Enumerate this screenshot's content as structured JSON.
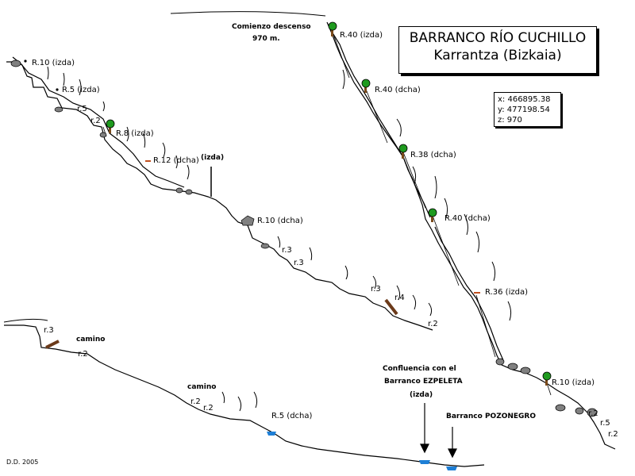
{
  "title": {
    "line1": "BARRANCO RÍO CUCHILLO",
    "line2": "Karrantza (Bizkaia)"
  },
  "coordinates": {
    "x": "x: 466895.38",
    "y": "y: 477198.54",
    "z": "z: 970"
  },
  "start": {
    "line1": "Comienzo descenso",
    "line2": "970 m."
  },
  "confluence": {
    "line1": "Confluencia con el",
    "line2": "Barranco EZPELETA",
    "line3": "(izda)"
  },
  "pozonegro": "Barranco POZONEGRO",
  "credit": "D.D. 2005",
  "labels": {
    "left": {
      "r10_izda": "R.10 (izda)",
      "r5_izda": "R.5 (izda)",
      "r5": "r.5",
      "r2": "r.2",
      "r8_izda": "R.8 (izda)",
      "r12_dcha": "R.12 (dcha)",
      "izda": "(izda)",
      "r10_dcha": "R.10 (dcha)",
      "r3a": "r.3",
      "r3b": "r.3",
      "r3c": "r.3",
      "r4": "r.4",
      "r2b": "r.2"
    },
    "bottom": {
      "r3": "r.3",
      "camino1": "camino",
      "r2a": "r.2",
      "camino2": "camino",
      "r2b": "r.2",
      "r2c": "r.2",
      "r5_dcha": "R.5 (dcha)"
    },
    "right": {
      "r40_izda": "R.40 (izda)",
      "r40_dcha": "R.40 (dcha)",
      "r38_dcha": "R.38 (dcha)",
      "r40_dcha2": "R.40 (dcha)",
      "r36_izda": "R.36 (izda)",
      "r10_izda": "R.10 (izda)",
      "r2a": "r.2",
      "r5": "r.5",
      "r2b": "r.2"
    }
  },
  "colors": {
    "tree": "#1f9a1f",
    "trunk": "#7a4a1a",
    "water": "#1e7fd6",
    "boulder": "#808080",
    "anchor": "#c05020",
    "ramp": "#6b3a1a"
  }
}
